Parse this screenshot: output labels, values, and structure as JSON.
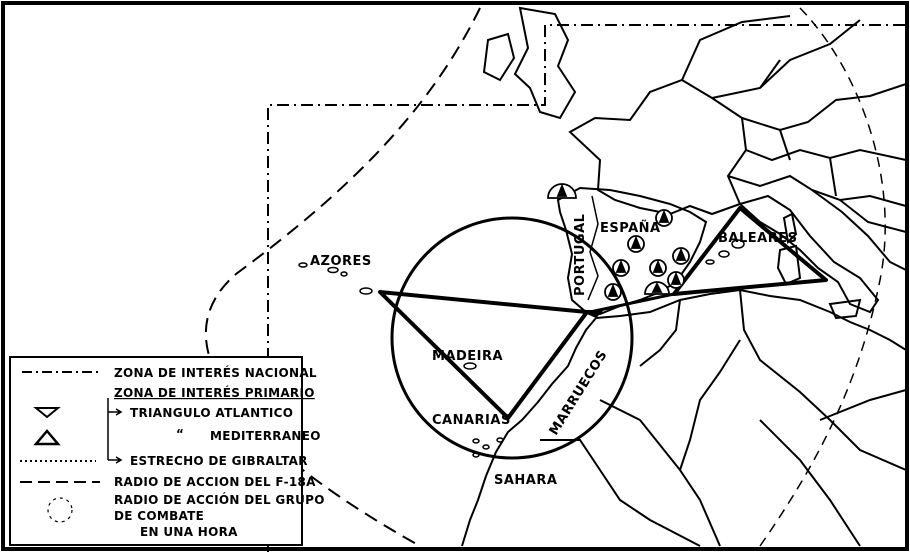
{
  "map": {
    "labels": {
      "espana": "ESPAÑA",
      "portugal": "PORTUGAL",
      "azores": "AZORES",
      "baleares": "BALEARES",
      "madeira": "MADEIRA",
      "canarias": "CANARIAS",
      "marruecos": "MARRUECOS",
      "sahara": "SAHARA"
    }
  },
  "legend": {
    "items": [
      "ZONA DE INTERÉS NACIONAL",
      "ZONA DE INTERÉS PRIMARIO",
      "TRIANGULO ATLANTICO",
      "MEDITERRANEO",
      "ESTRECHO DE GIBRALTAR",
      "RADIO DE ACCION DEL F-18A",
      "RADIO DE ACCIÓN DEL GRUPO",
      "DE COMBATE",
      "EN UNA HORA"
    ],
    "ditto": "“"
  },
  "colors": {
    "ink": "#000000",
    "paper": "#ffffff"
  }
}
